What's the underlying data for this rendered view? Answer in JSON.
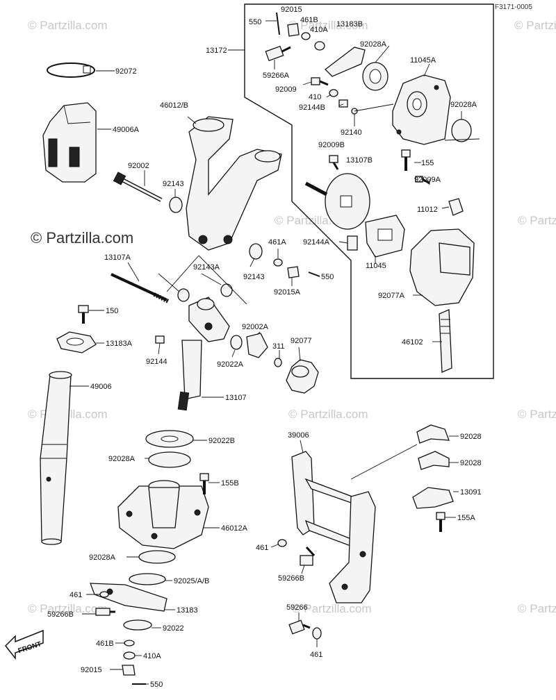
{
  "diagram_code": "F3171-0005",
  "watermark": "© Partzilla.com",
  "front_label": "FRONT",
  "labels": {
    "l550a": "550",
    "l92015a": "92015",
    "l461b_a": "461B",
    "l410a_a": "410A",
    "l13183b": "13183B",
    "l13172": "13172",
    "l92028a_a": "92028A",
    "l11045a": "11045A",
    "l59266a": "59266A",
    "l92009": "92009",
    "l410": "410",
    "l92144b": "92144B",
    "l92140": "92140",
    "l92028a_b": "92028A",
    "l92072": "92072",
    "l46012b": "46012/B",
    "l49006a": "49006A",
    "l92009b": "92009B",
    "l13107b": "13107B",
    "l155": "155",
    "l92002": "92002",
    "l92143a": "92143",
    "l92009a": "92009A",
    "l11012": "11012",
    "l92144a": "92144A",
    "l11045": "11045",
    "l461a": "461A",
    "l13107a": "13107A",
    "l92143a_b": "92143A",
    "l92143b": "92143",
    "l550b": "550",
    "l92015ab": "92015A",
    "l92077a": "92077A",
    "l150": "150",
    "l92002a": "92002A",
    "l13183a": "13183A",
    "l311": "311",
    "l92077": "92077",
    "l92144": "92144",
    "l92022a": "92022A",
    "l46102": "46102",
    "l49006": "49006",
    "l13107": "13107",
    "l92022b": "92022B",
    "l39006": "39006",
    "l92028_a": "92028",
    "l92028a_c": "92028A",
    "l92028_b": "92028",
    "l155b": "155B",
    "l13091": "13091",
    "l46012a": "46012A",
    "l155a": "155A",
    "l461_a": "461",
    "l92028a_d": "92028A",
    "l59266b_a": "59266B",
    "l92025": "92025/A/B",
    "l461_b": "461",
    "l59266b_b": "59266B",
    "l13183": "13183",
    "l59266": "59266",
    "l92022": "92022",
    "l461b_b": "461B",
    "l461_c": "461",
    "l410a_b": "410A",
    "l92015b": "92015",
    "l550c": "550"
  }
}
